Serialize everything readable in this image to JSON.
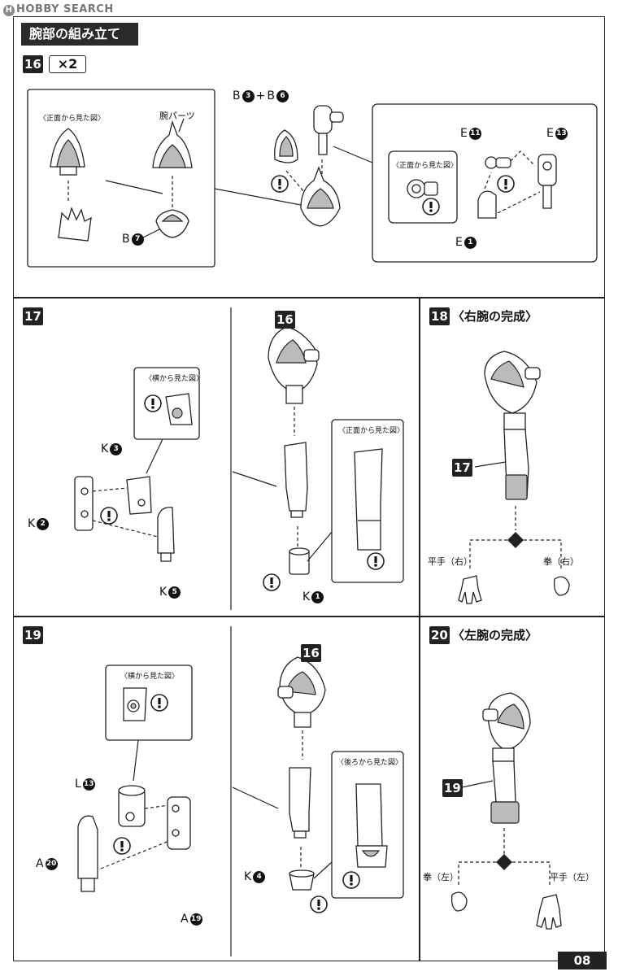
{
  "watermark": "HOBBY SEARCH",
  "section_title": "腕部の組み立て",
  "page_number": "08",
  "step16": {
    "number": "16",
    "multiplier": "×2",
    "front_view_label": "〈正面から見た図〉",
    "arm_parts_label": "腕パーツ",
    "b7": {
      "letter": "B",
      "num": "7"
    },
    "b3_b6": {
      "a_letter": "B",
      "a_num": "3",
      "plus": "+",
      "b_letter": "B",
      "b_num": "6"
    },
    "front_view_label_2": "〈正面から見た図〉",
    "e11": {
      "letter": "E",
      "num": "11"
    },
    "e13": {
      "letter": "E",
      "num": "13"
    },
    "e1": {
      "letter": "E",
      "num": "1"
    }
  },
  "step17": {
    "number": "17",
    "side_view_label": "〈横から見た図〉",
    "k3": {
      "letter": "K",
      "num": "3"
    },
    "k2": {
      "letter": "K",
      "num": "2"
    },
    "k5": {
      "letter": "K",
      "num": "5"
    },
    "ref16": "16",
    "front_view_label": "〈正面から見た図〉",
    "k1": {
      "letter": "K",
      "num": "1"
    }
  },
  "step18": {
    "number": "18",
    "title": "〈右腕の完成〉",
    "ref17": "17",
    "open_hand": "平手（右）",
    "fist": "拳（右）"
  },
  "step19": {
    "number": "19",
    "side_view_label": "〈横から見た図〉",
    "l13": {
      "letter": "L",
      "num": "13"
    },
    "a20": {
      "letter": "A",
      "num": "20"
    },
    "a19": {
      "letter": "A",
      "num": "19"
    },
    "ref16": "16",
    "back_view_label": "〈後ろから見た図〉",
    "k4": {
      "letter": "K",
      "num": "4"
    }
  },
  "step20": {
    "number": "20",
    "title": "〈左腕の完成〉",
    "ref19": "19",
    "fist": "拳（左）",
    "open_hand": "平手（左）"
  },
  "warning_icon": "exclamation-circle-icon"
}
